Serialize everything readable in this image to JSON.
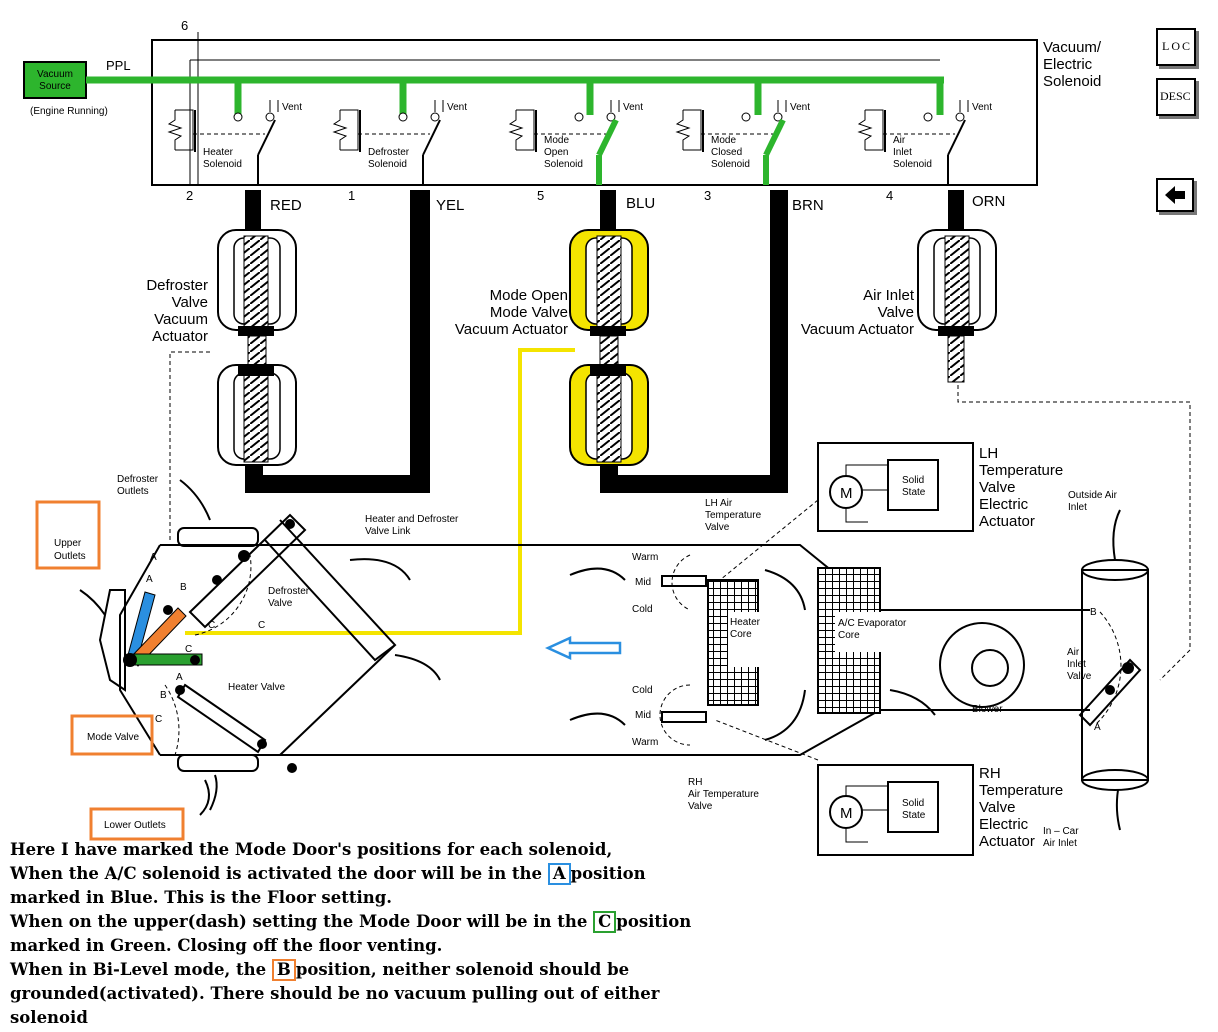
{
  "solenoid_block": {
    "title": "Vacuum/\nElectric\nSolenoid",
    "source_label": "Vacuum\nSource",
    "engine_note": "(Engine Running)",
    "ppl": "PPL",
    "vent": "Vent",
    "top_number": "6",
    "solenoids": [
      {
        "name": "Heater\nSolenoid",
        "pin": "2",
        "wire": "RED"
      },
      {
        "name": "Defroster\nSolenoid",
        "pin": "1",
        "wire": "YEL"
      },
      {
        "name": "Mode\nOpen\nSolenoid",
        "pin": "5",
        "wire": "BLU"
      },
      {
        "name": "Mode\nClosed\nSolenoid",
        "pin": "3",
        "wire": "BRN"
      },
      {
        "name": "Air\nInlet\nSolenoid",
        "pin": "4",
        "wire": "ORN"
      }
    ]
  },
  "actuators": {
    "defroster": "Defroster\nValve\nVacuum\nActuator",
    "mode_open": "Mode Open\nMode Valve\nVacuum Actuator",
    "air_inlet": "Air Inlet\nValve\nVacuum Actuator"
  },
  "hvac": {
    "defroster_outlets": "Defroster\nOutlets",
    "upper_outlets": "Upper\nOutlets",
    "mode_valve": "Mode Valve",
    "lower_outlets": "Lower Outlets",
    "heater_defroster_link": "Heater and Defroster\nValve Link",
    "defroster_valve": "Defroster\nValve",
    "heater_valve": "Heater Valve",
    "lh_air_temp_valve": "LH Air\nTemperature\nValve",
    "rh_air_temp_valve": "RH\nAir Temperature\nValve",
    "warm": "Warm",
    "mid": "Mid",
    "cold": "Cold",
    "heater_core": "Heater\nCore",
    "ac_evaporator": "A/C Evaporator\nCore",
    "blower": "Blower",
    "air_inlet_valve": "Air\nInlet\nValve",
    "outside_air_inlet": "Outside Air\nInlet",
    "in_car_air_inlet": "In – Car\nAir Inlet",
    "lh_temp_actuator": "LH\nTemperature\nValve\nElectric\nActuator",
    "rh_temp_actuator": "RH\nTemperature\nValve\nElectric\nActuator",
    "solid_state": "Solid\nState",
    "motor": "M",
    "pos_a": "A",
    "pos_b": "B",
    "pos_c": "C"
  },
  "nav": {
    "loc": "LOC",
    "desc": "DESC",
    "back_icon": "left-arrow-icon"
  },
  "note": {
    "line1": "Here I have marked the Mode Door's positions for each solenoid,",
    "line2a": "When the A/C solenoid is activated the door will be in the",
    "box_a": "A",
    "line2b": "position",
    "line3": "marked in Blue. This is the Floor setting.",
    "line4a": "When on the upper(dash) setting the Mode Door will be in the",
    "box_c": "C",
    "line4b": "position",
    "line5": "marked in Green. Closing off the floor venting.",
    "line6a": "When in Bi-Level mode, the",
    "box_b": "B",
    "line6b": "position, neither solenoid should be",
    "line7": "grounded(activated). There should be no vacuum pulling out of either",
    "line8": "solenoid"
  },
  "colors": {
    "vacuum_green": "#2db52d",
    "actuator_yellow": "#f4e400",
    "highlight_orange": "#f08030",
    "highlight_blue": "#2a8fe0",
    "highlight_green": "#2aa030"
  }
}
